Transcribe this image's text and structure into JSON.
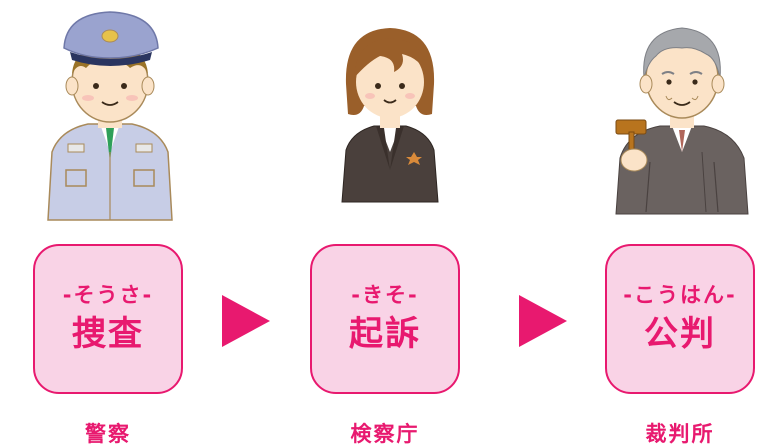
{
  "stages": [
    {
      "reading": "-そうさ-",
      "term": "捜査",
      "organization": "警察",
      "figure_icon": "police-officer"
    },
    {
      "reading": "-きそ-",
      "term": "起訴",
      "organization": "検察庁",
      "figure_icon": "prosecutor"
    },
    {
      "reading": "-こうはん-",
      "term": "公判",
      "organization": "裁判所",
      "figure_icon": "judge-with-gavel"
    }
  ],
  "arrow_icon": "right-triangle-arrow",
  "colors": {
    "accent": "#e8196f",
    "card_fill": "#f9d3e6",
    "background": "#ffffff"
  }
}
